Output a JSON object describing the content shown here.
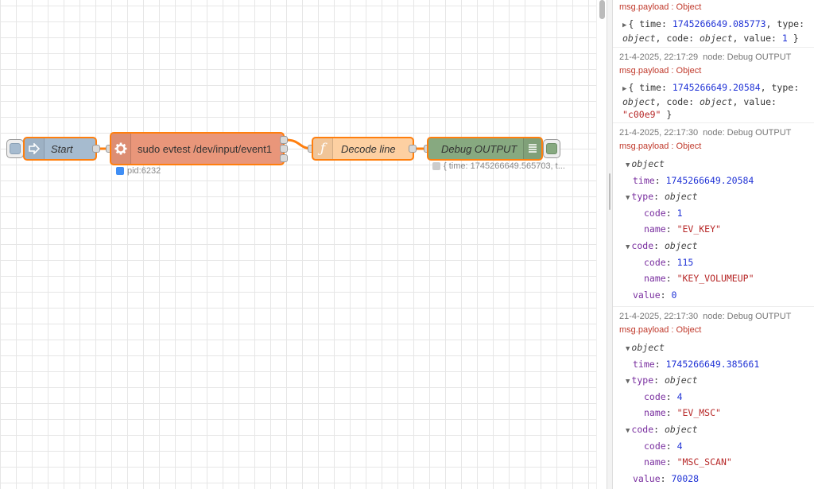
{
  "workspace": {
    "nodes": {
      "start": {
        "label": "Start",
        "color": "#a6bbcf"
      },
      "exec": {
        "label": "sudo evtest /dev/input/event1",
        "color": "#e9967a",
        "status": "pid:6232",
        "status_color": "#3f8ef5"
      },
      "function": {
        "label": "Decode line",
        "color": "#fdd0a2",
        "icon": "ƒ"
      },
      "debug": {
        "label": "Debug OUTPUT",
        "color": "#87a980",
        "status": "{ time: 1745266649.565703, t...",
        "status_color": "#cccccc"
      }
    },
    "selected_color": "#ff7f0e"
  },
  "debug": {
    "partial": {
      "topic": "msg.payload : Object",
      "time_key": "time",
      "time_val": "1745266649.085773",
      "type_key": "type",
      "type_val": "object",
      "code_key": "code",
      "code_val": "object",
      "value_key": "value",
      "value_val": "1"
    },
    "msg2": {
      "timestamp": "21-4-2025, 22:17:29",
      "node": "node: Debug OUTPUT",
      "topic": "msg.payload : Object",
      "time_key": "time",
      "time_val": "1745266649.20584",
      "type_key": "type",
      "type_val": "object",
      "code_key": "code",
      "code_val": "object",
      "value_key": "value",
      "value_val": "\"c00e9\""
    },
    "msg3": {
      "timestamp": "21-4-2025, 22:17:30",
      "node": "node: Debug OUTPUT",
      "topic": "msg.payload : Object",
      "root": "object",
      "time_key": "time",
      "time_val": "1745266649.20584",
      "type_key": "type",
      "type_obj": "object",
      "type_code_key": "code",
      "type_code_val": "1",
      "type_name_key": "name",
      "type_name_val": "\"EV_KEY\"",
      "code_key": "code",
      "code_obj": "object",
      "code_code_key": "code",
      "code_code_val": "115",
      "code_name_key": "name",
      "code_name_val": "\"KEY_VOLUMEUP\"",
      "value_key": "value",
      "value_val": "0"
    },
    "msg4": {
      "timestamp": "21-4-2025, 22:17:30",
      "node": "node: Debug OUTPUT",
      "topic": "msg.payload : Object",
      "root": "object",
      "time_key": "time",
      "time_val": "1745266649.385661",
      "type_key": "type",
      "type_obj": "object",
      "type_code_key": "code",
      "type_code_val": "4",
      "type_name_key": "name",
      "type_name_val": "\"EV_MSC\"",
      "code_key": "code",
      "code_obj": "object",
      "code_code_key": "code",
      "code_code_val": "4",
      "code_name_key": "name",
      "code_name_val": "\"MSC_SCAN\"",
      "value_key": "value",
      "value_val": "70028"
    }
  }
}
